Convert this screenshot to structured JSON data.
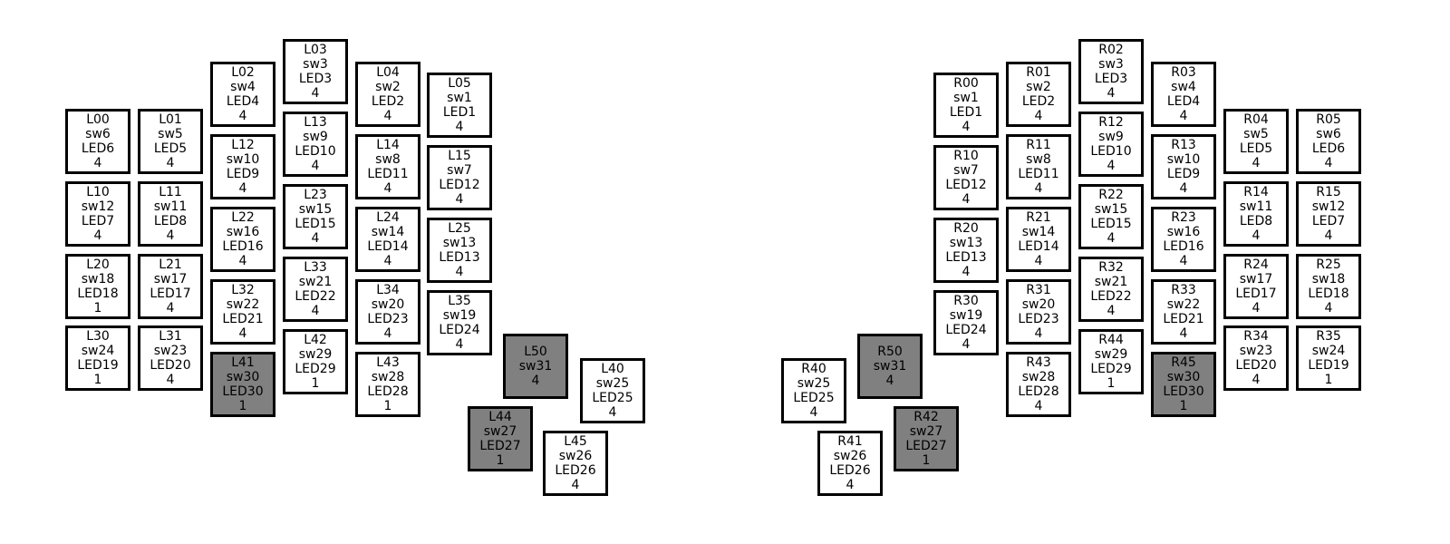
{
  "colors": {
    "key_fill": "#ffffff",
    "shaded_fill": "#808080",
    "border": "#000000"
  },
  "left_half": [
    {
      "id": "L00",
      "sw": "sw6",
      "led": "LED6",
      "value": "4",
      "shaded": false
    },
    {
      "id": "L01",
      "sw": "sw5",
      "led": "LED5",
      "value": "4",
      "shaded": false
    },
    {
      "id": "L02",
      "sw": "sw4",
      "led": "LED4",
      "value": "4",
      "shaded": false
    },
    {
      "id": "L03",
      "sw": "sw3",
      "led": "LED3",
      "value": "4",
      "shaded": false
    },
    {
      "id": "L04",
      "sw": "sw2",
      "led": "LED2",
      "value": "4",
      "shaded": false
    },
    {
      "id": "L05",
      "sw": "sw1",
      "led": "LED1",
      "value": "4",
      "shaded": false
    },
    {
      "id": "L10",
      "sw": "sw12",
      "led": "LED7",
      "value": "4",
      "shaded": false
    },
    {
      "id": "L11",
      "sw": "sw11",
      "led": "LED8",
      "value": "4",
      "shaded": false
    },
    {
      "id": "L12",
      "sw": "sw10",
      "led": "LED9",
      "value": "4",
      "shaded": false
    },
    {
      "id": "L13",
      "sw": "sw9",
      "led": "LED10",
      "value": "4",
      "shaded": false
    },
    {
      "id": "L14",
      "sw": "sw8",
      "led": "LED11",
      "value": "4",
      "shaded": false
    },
    {
      "id": "L15",
      "sw": "sw7",
      "led": "LED12",
      "value": "4",
      "shaded": false
    },
    {
      "id": "L20",
      "sw": "sw18",
      "led": "LED18",
      "value": "1",
      "shaded": false
    },
    {
      "id": "L21",
      "sw": "sw17",
      "led": "LED17",
      "value": "4",
      "shaded": false
    },
    {
      "id": "L22",
      "sw": "sw16",
      "led": "LED16",
      "value": "4",
      "shaded": false
    },
    {
      "id": "L23",
      "sw": "sw15",
      "led": "LED15",
      "value": "4",
      "shaded": false
    },
    {
      "id": "L24",
      "sw": "sw14",
      "led": "LED14",
      "value": "4",
      "shaded": false
    },
    {
      "id": "L25",
      "sw": "sw13",
      "led": "LED13",
      "value": "4",
      "shaded": false
    },
    {
      "id": "L30",
      "sw": "sw24",
      "led": "LED19",
      "value": "1",
      "shaded": false
    },
    {
      "id": "L31",
      "sw": "sw23",
      "led": "LED20",
      "value": "4",
      "shaded": false
    },
    {
      "id": "L32",
      "sw": "sw22",
      "led": "LED21",
      "value": "4",
      "shaded": false
    },
    {
      "id": "L33",
      "sw": "sw21",
      "led": "LED22",
      "value": "4",
      "shaded": false
    },
    {
      "id": "L34",
      "sw": "sw20",
      "led": "LED23",
      "value": "4",
      "shaded": false
    },
    {
      "id": "L35",
      "sw": "sw19",
      "led": "LED24",
      "value": "4",
      "shaded": false
    },
    {
      "id": "L41",
      "sw": "sw30",
      "led": "LED30",
      "value": "1",
      "shaded": true
    },
    {
      "id": "L42",
      "sw": "sw29",
      "led": "LED29",
      "value": "1",
      "shaded": false
    },
    {
      "id": "L43",
      "sw": "sw28",
      "led": "LED28",
      "value": "1",
      "shaded": false
    },
    {
      "id": "L50",
      "sw": "sw31",
      "led": "",
      "value": "4",
      "shaded": true
    },
    {
      "id": "L40",
      "sw": "sw25",
      "led": "LED25",
      "value": "4",
      "shaded": false
    },
    {
      "id": "L44",
      "sw": "sw27",
      "led": "LED27",
      "value": "1",
      "shaded": true
    },
    {
      "id": "L45",
      "sw": "sw26",
      "led": "LED26",
      "value": "4",
      "shaded": false
    }
  ],
  "right_half": [
    {
      "id": "R00",
      "sw": "sw1",
      "led": "LED1",
      "value": "4",
      "shaded": false
    },
    {
      "id": "R01",
      "sw": "sw2",
      "led": "LED2",
      "value": "4",
      "shaded": false
    },
    {
      "id": "R02",
      "sw": "sw3",
      "led": "LED3",
      "value": "4",
      "shaded": false
    },
    {
      "id": "R03",
      "sw": "sw4",
      "led": "LED4",
      "value": "4",
      "shaded": false
    },
    {
      "id": "R04",
      "sw": "sw5",
      "led": "LED5",
      "value": "4",
      "shaded": false
    },
    {
      "id": "R05",
      "sw": "sw6",
      "led": "LED6",
      "value": "4",
      "shaded": false
    },
    {
      "id": "R10",
      "sw": "sw7",
      "led": "LED12",
      "value": "4",
      "shaded": false
    },
    {
      "id": "R11",
      "sw": "sw8",
      "led": "LED11",
      "value": "4",
      "shaded": false
    },
    {
      "id": "R12",
      "sw": "sw9",
      "led": "LED10",
      "value": "4",
      "shaded": false
    },
    {
      "id": "R13",
      "sw": "sw10",
      "led": "LED9",
      "value": "4",
      "shaded": false
    },
    {
      "id": "R14",
      "sw": "sw11",
      "led": "LED8",
      "value": "4",
      "shaded": false
    },
    {
      "id": "R15",
      "sw": "sw12",
      "led": "LED7",
      "value": "4",
      "shaded": false
    },
    {
      "id": "R20",
      "sw": "sw13",
      "led": "LED13",
      "value": "4",
      "shaded": false
    },
    {
      "id": "R21",
      "sw": "sw14",
      "led": "LED14",
      "value": "4",
      "shaded": false
    },
    {
      "id": "R22",
      "sw": "sw15",
      "led": "LED15",
      "value": "4",
      "shaded": false
    },
    {
      "id": "R23",
      "sw": "sw16",
      "led": "LED16",
      "value": "4",
      "shaded": false
    },
    {
      "id": "R24",
      "sw": "sw17",
      "led": "LED17",
      "value": "4",
      "shaded": false
    },
    {
      "id": "R25",
      "sw": "sw18",
      "led": "LED18",
      "value": "4",
      "shaded": false
    },
    {
      "id": "R30",
      "sw": "sw19",
      "led": "LED24",
      "value": "4",
      "shaded": false
    },
    {
      "id": "R31",
      "sw": "sw20",
      "led": "LED23",
      "value": "4",
      "shaded": false
    },
    {
      "id": "R32",
      "sw": "sw21",
      "led": "LED22",
      "value": "4",
      "shaded": false
    },
    {
      "id": "R33",
      "sw": "sw22",
      "led": "LED21",
      "value": "4",
      "shaded": false
    },
    {
      "id": "R34",
      "sw": "sw23",
      "led": "LED20",
      "value": "4",
      "shaded": false
    },
    {
      "id": "R35",
      "sw": "sw24",
      "led": "LED19",
      "value": "1",
      "shaded": false
    },
    {
      "id": "R43",
      "sw": "sw28",
      "led": "LED28",
      "value": "4",
      "shaded": false
    },
    {
      "id": "R44",
      "sw": "sw29",
      "led": "LED29",
      "value": "1",
      "shaded": false
    },
    {
      "id": "R45",
      "sw": "sw30",
      "led": "LED30",
      "value": "1",
      "shaded": true
    },
    {
      "id": "R50",
      "sw": "sw31",
      "led": "",
      "value": "4",
      "shaded": true
    },
    {
      "id": "R40",
      "sw": "sw25",
      "led": "LED25",
      "value": "4",
      "shaded": false
    },
    {
      "id": "R42",
      "sw": "sw27",
      "led": "LED27",
      "value": "1",
      "shaded": true
    },
    {
      "id": "R41",
      "sw": "sw26",
      "led": "LED26",
      "value": "4",
      "shaded": false
    }
  ]
}
